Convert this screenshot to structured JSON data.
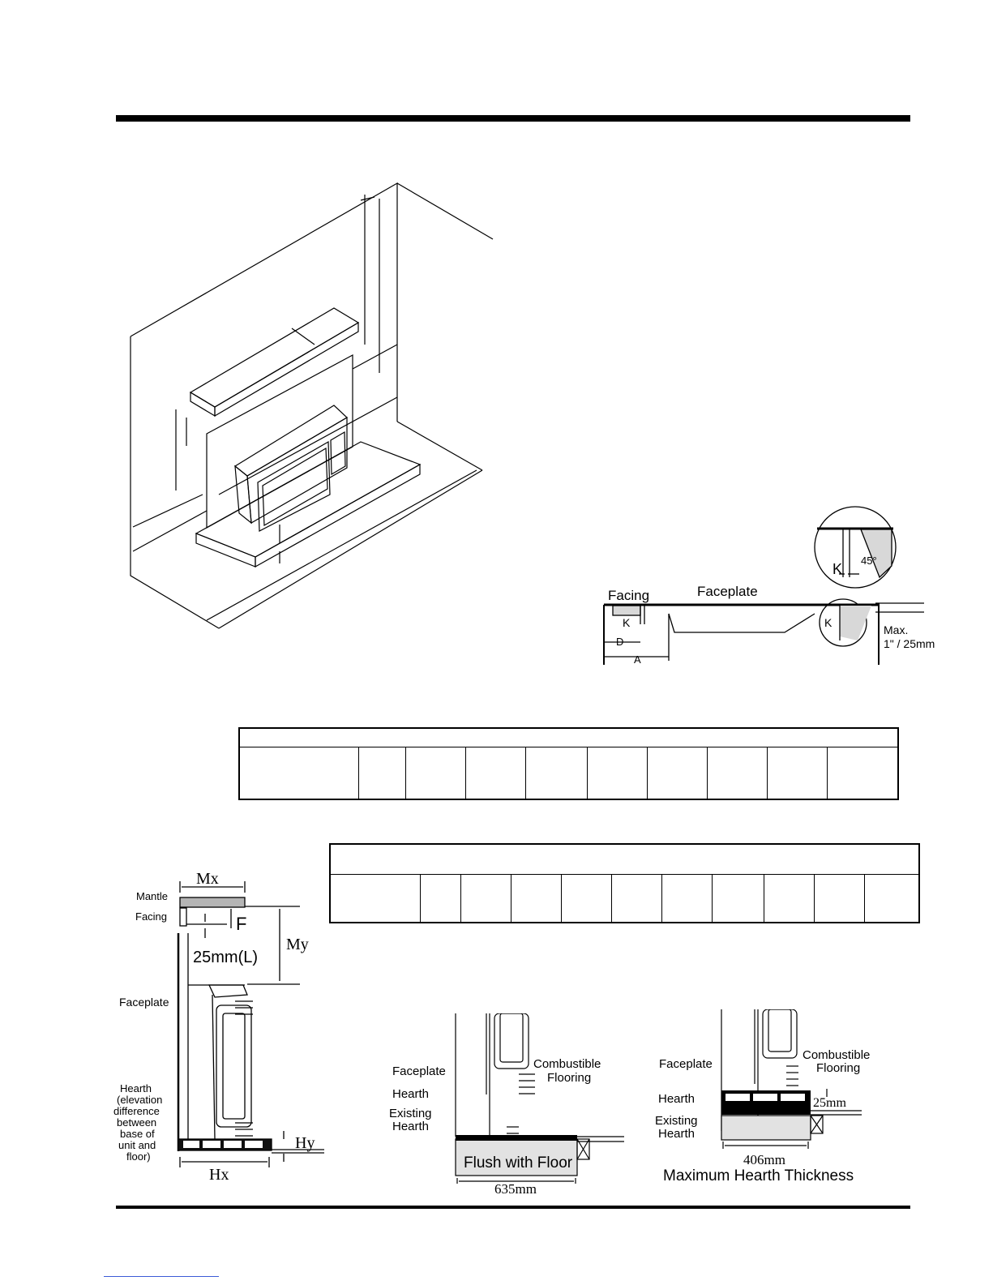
{
  "details_view": {
    "labels": {
      "facing": "Facing",
      "faceplate": "Faceplate",
      "k_main": "K",
      "k_circle": "K",
      "k_zoom": "K",
      "angle": "45°",
      "d": "D",
      "a": "A",
      "max_line1": "Max.",
      "max_line2": "1\" / 25mm"
    }
  },
  "side_view": {
    "labels": {
      "mx": "Mx",
      "mantle": "Mantle",
      "facing": "Facing",
      "f": "F",
      "my": "My",
      "offset": "25mm(L)",
      "faceplate": "Faceplate",
      "hearth_lines": [
        "Hearth",
        "(elevation",
        "difference",
        "between",
        "base of",
        "unit and",
        "floor)"
      ],
      "hy": "Hy",
      "hx": "Hx"
    }
  },
  "flush_view": {
    "labels": {
      "faceplate": "Faceplate",
      "hearth": "Hearth",
      "existing_lines": [
        "Existing",
        "Hearth"
      ],
      "flooring_lines": [
        "Combustible",
        "Flooring"
      ],
      "width": "635mm",
      "caption": "Flush with Floor"
    }
  },
  "max_view": {
    "labels": {
      "faceplate": "Faceplate",
      "hearth": "Hearth",
      "existing_lines": [
        "Existing",
        "Hearth"
      ],
      "flooring_lines": [
        "Combustible",
        "Flooring"
      ],
      "thickness": "25mm",
      "width": "406mm",
      "caption": "Maximum Hearth Thickness"
    }
  },
  "tables": {
    "table_1": {
      "columns": 10
    },
    "table_2": {
      "columns": 11
    }
  }
}
